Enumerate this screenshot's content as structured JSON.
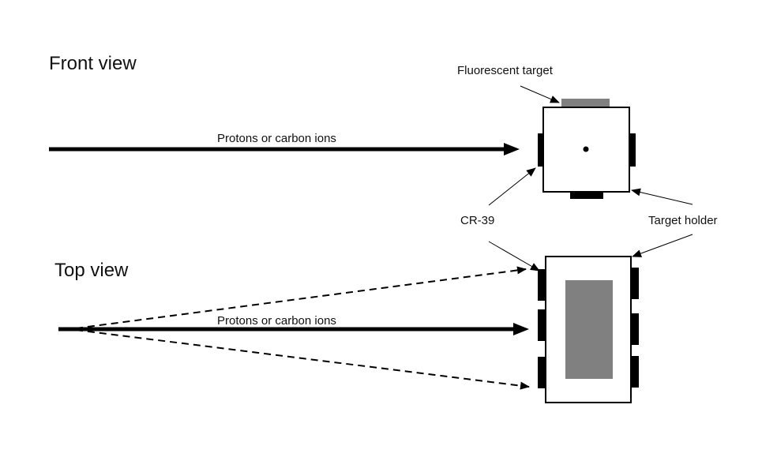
{
  "front_view": {
    "title": "Front view",
    "beam_label": "Protons or carbon ions",
    "fluorescent_label": "Fluorescent target"
  },
  "top_view": {
    "title": "Top view",
    "beam_label": "Protons or carbon ions"
  },
  "labels": {
    "cr39": "CR-39",
    "target_holder": "Target holder"
  },
  "colors": {
    "ink": "#000000",
    "target_gray": "#808080",
    "background": "#ffffff"
  }
}
